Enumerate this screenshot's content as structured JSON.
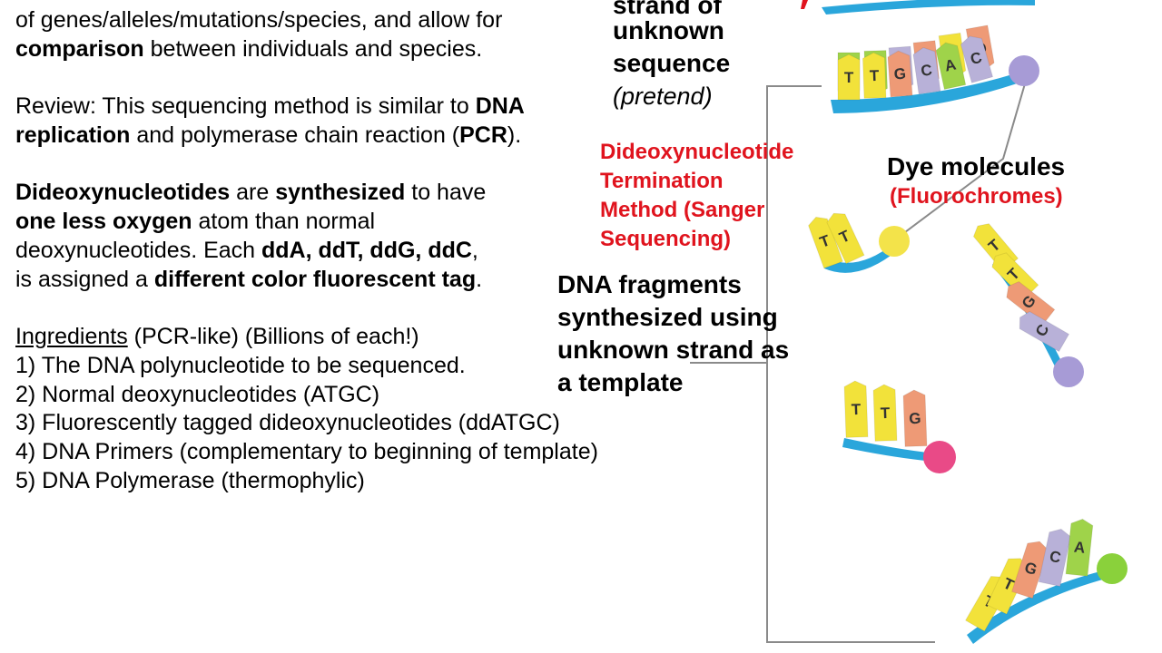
{
  "left_text": {
    "line1_cut": "of genes/alleles/mutations/species, and allow for",
    "line2": {
      "a": "comparison",
      "b": " between individuals and species."
    },
    "review1": {
      "a": "Review: This sequencing method is similar to ",
      "b": "DNA"
    },
    "review2": {
      "a": "replication",
      "b": " and polymerase chain reaction (",
      "c": "PCR",
      "d": ")."
    },
    "dd1": {
      "a": "Dideoxynucleotides",
      "b": " are ",
      "c": "synthesized",
      "d": " to have"
    },
    "dd2": {
      "a": "one less oxygen",
      "b": " atom than normal"
    },
    "dd3": {
      "a": "deoxynucleotides. Each ",
      "b": "ddA, ddT, ddG, ddC",
      "c": ","
    },
    "dd4": {
      "a": "is assigned a ",
      "b": "different color fluorescent tag",
      "c": "."
    },
    "ingredients_heading": "Ingredients",
    "ingredients_note": " (PCR-like) (Billions of each!)",
    "ingredients": [
      "1) The DNA polynucleotide to be sequenced.",
      "2) Normal deoxynucleotides (ATGC)",
      "3) Fluorescently tagged dideoxynucleotides (ddATGC)",
      "4) DNA Primers (complementary to beginning of template)",
      "5) DNA Polymerase (thermophylic)"
    ]
  },
  "labels": {
    "strand_cut": "strand of",
    "unknown": "unknown",
    "sequence": "sequence",
    "pretend": "(pretend)",
    "method": [
      "Dideoxynucleotide",
      "Termination",
      "Method (Sanger",
      "Sequencing)"
    ],
    "dye": "Dye molecules",
    "fluoro": "(Fluorochromes)",
    "fragments": [
      "DNA fragments",
      "synthesized using",
      "unknown strand as",
      "a template"
    ]
  },
  "figure": {
    "template_top_bases": [
      "A",
      "A",
      "C",
      "G",
      "T",
      "G"
    ],
    "template_bottom_bases": [
      "T",
      "T",
      "G",
      "C",
      "A",
      "C"
    ],
    "fragment1_bases": [
      "T",
      "T"
    ],
    "fragment2_bases": [
      "T",
      "T",
      "G",
      "C"
    ],
    "fragment3_bases": [
      "T",
      "T",
      "G"
    ],
    "fragment4_bases": [
      "T",
      "T",
      "G",
      "C",
      "A"
    ],
    "colors": {
      "A": "#9fd34a",
      "T": "#f2e23a",
      "G": "#ee9a76",
      "C": "#b8b1d8",
      "backbone": "#2aa6db"
    }
  }
}
